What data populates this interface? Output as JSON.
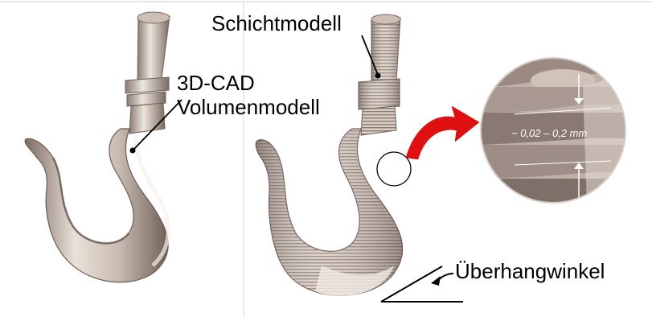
{
  "labels": {
    "cad_line1": "3D-CAD",
    "cad_line2": "Volumenmodell",
    "layer_model": "Schichtmodell",
    "overhang": "Überhangwinkel",
    "layer_thickness": "~ 0,02 – 0,2 mm"
  },
  "colors": {
    "background": "#ffffff",
    "hook_light": "#e7ddd3",
    "hook_mid": "#b9aaa0",
    "hook_dark": "#6f5f58",
    "arrow_red": "#e01010",
    "magnifier_bg": "#bfb1a8"
  }
}
